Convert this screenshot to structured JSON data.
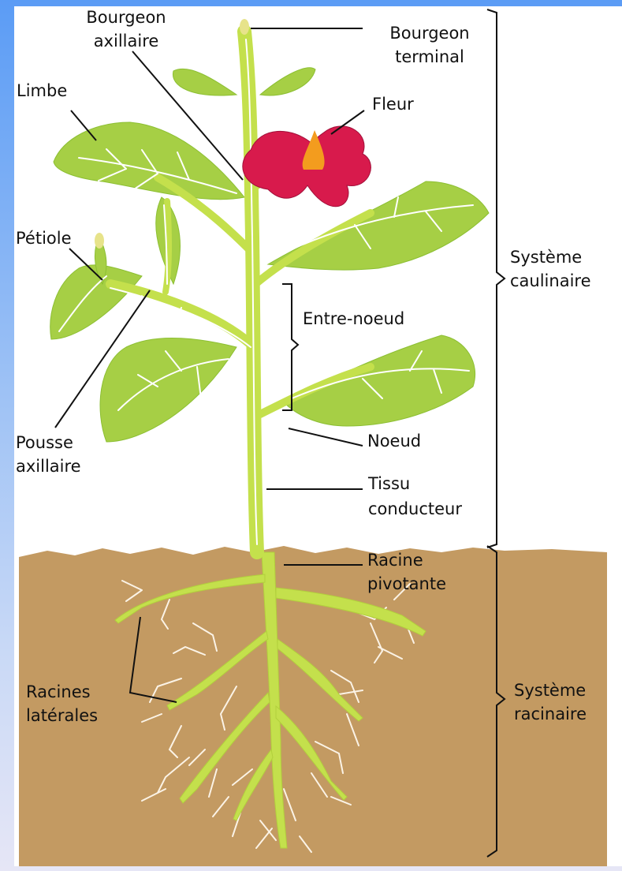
{
  "labels": {
    "bourgeon_axillaire": [
      "Bourgeon",
      "axillaire"
    ],
    "bourgeon_terminal": [
      "Bourgeon",
      "terminal"
    ],
    "limbe": "Limbe",
    "fleur": "Fleur",
    "petiole": "Pétiole",
    "systeme_caulinaire": [
      "Système",
      "caulinaire"
    ],
    "entre_noeud": "Entre-noeud",
    "pousse_axillaire": [
      "Pousse",
      "axillaire"
    ],
    "noeud": "Noeud",
    "tissu_conducteur": [
      "Tissu",
      "conducteur"
    ],
    "racine_pivotante": [
      "Racine",
      "pivotante"
    ],
    "racines_laterales": [
      "Racines",
      "latérales"
    ],
    "systeme_racinaire": [
      "Système",
      "racinaire"
    ]
  },
  "colors": {
    "sky": "#ffffff",
    "soil": "#c39a62",
    "leaf": "#a6cf45",
    "stem": "#c4e04c",
    "vein": "#ffffff",
    "flower": "#d81a4c",
    "pistil": "#f39c1e",
    "rootlet": "#fbf3e6"
  }
}
